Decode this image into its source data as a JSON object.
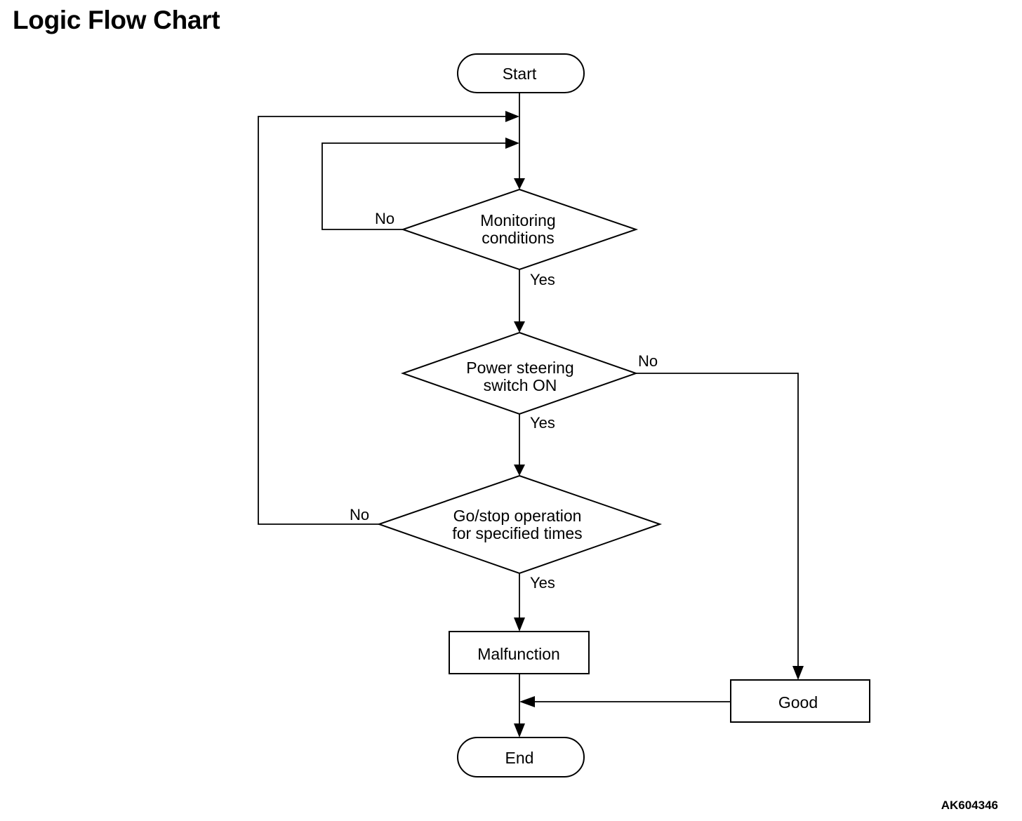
{
  "title": "Logic Flow Chart",
  "figure_id": "AK604346",
  "nodes": {
    "start": "Start",
    "monitoring": [
      "Monitoring",
      "conditions"
    ],
    "power_steering": [
      "Power steering",
      "switch ON"
    ],
    "go_stop": [
      "Go/stop operation",
      "for specified times"
    ],
    "malfunction": "Malfunction",
    "good": "Good",
    "end": "End"
  },
  "edges": {
    "monitoring_no": "No",
    "monitoring_yes": "Yes",
    "power_steering_no": "No",
    "power_steering_yes": "Yes",
    "go_stop_no": "No",
    "go_stop_yes": "Yes"
  }
}
